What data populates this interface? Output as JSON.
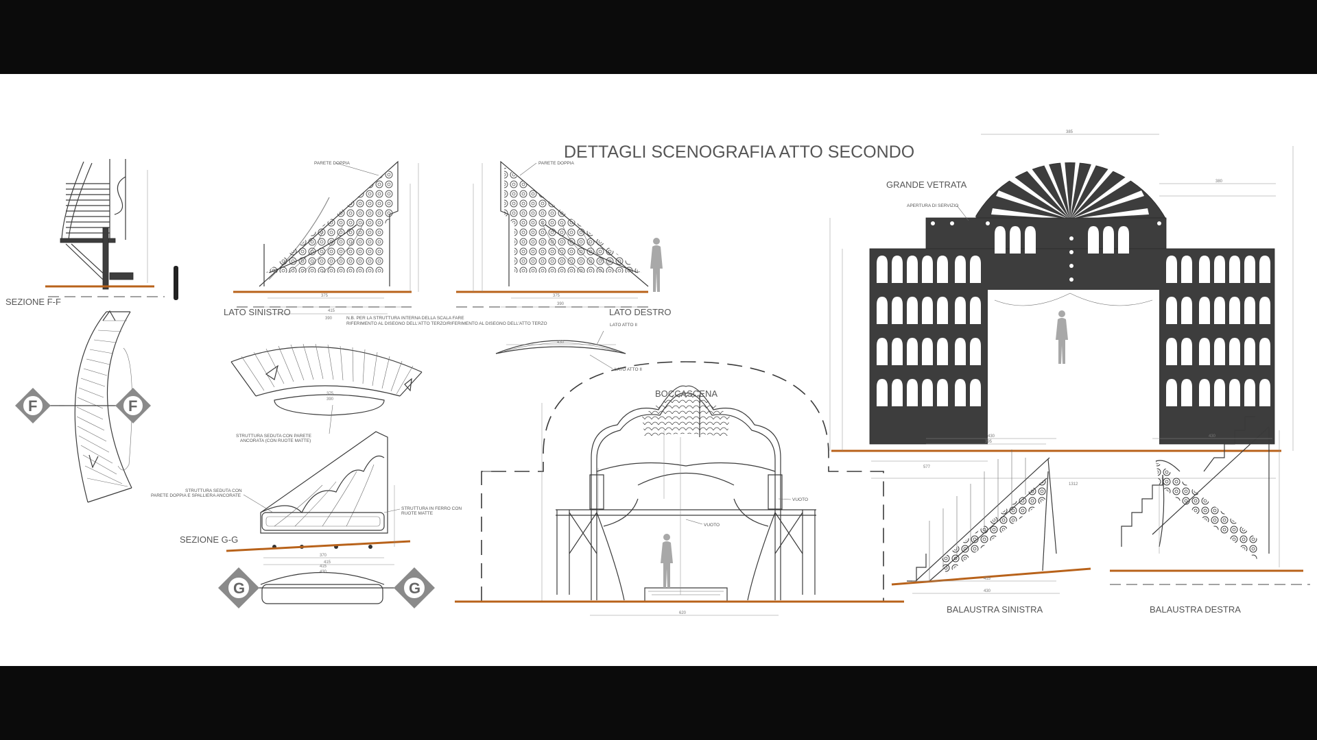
{
  "title": "DETTAGLI SCENOGRAFIA ATTO SECONDO",
  "labels": {
    "sezione_ff": "SEZIONE F-F",
    "lato_sinistro": "LATO SINISTRO",
    "lato_destro": "LATO DESTRO",
    "boccascena": "BOCCASCENA",
    "grande_vetrata": "GRANDE VETRATA",
    "sezione_gg": "SEZIONE G-G",
    "balaustra_sinistra": "BALAUSTRA SINISTRA",
    "balaustra_destra": "BALAUSTRA DESTRA"
  },
  "notes": {
    "parete_doppia_left": "PARETE DOPPIA",
    "parete_doppia_right": "PARETE DOPPIA",
    "nb_line1": "N.B. PER LA STRUTTURA INTERNA DELLA SCALA FARE",
    "nb_line2": "RIFERIMENTO AL DISEGNO DELL'ATTO TERZO/RIFERIMENTO AL DISEGNO DELL'ATTO TERZO",
    "lato_atto_ii_top": "LATO ATTO II",
    "lato_atto_ii_bottom": "LATO ATTO II",
    "struttura_seduta_parete_1": "STRUTTURA SEDUTA CON PARETE",
    "struttura_seduta_parete_2": "ANCORATA (CON RUOTE MATTE)",
    "struttura_seduta_spalliera_1": "STRUTTURA SEDUTA CON",
    "struttura_seduta_spalliera_2": "PARETE DOPPIA E SPALLIERA ANCORATE",
    "struttura_ferro_1": "STRUTTURA IN FERRO CON",
    "struttura_ferro_2": "RUOTE MATTE",
    "vuoto_1": "VUOTO",
    "vuoto_2": "VUOTO",
    "apertura_servizio": "APERTURA DI SERVIZIO"
  },
  "dimensions": {
    "d375": "375",
    "d390": "390",
    "d415": "415",
    "d430": "430",
    "d376": "376",
    "d620": "620",
    "d1312": "1312",
    "d577": "577",
    "d375b": "375",
    "d390b": "390",
    "d415b": "415",
    "d430b": "430",
    "d395": "395",
    "d380": "380",
    "d385": "385",
    "d370": "370"
  },
  "markers": {
    "f_left": "F",
    "f_right": "F",
    "g_left": "G",
    "g_right": "G"
  },
  "colors": {
    "background_band": "#0b0b0b",
    "sheet": "#ffffff",
    "ground_line": "#b8621a",
    "structure_fill": "#3d3d3d",
    "text": "#555555"
  }
}
